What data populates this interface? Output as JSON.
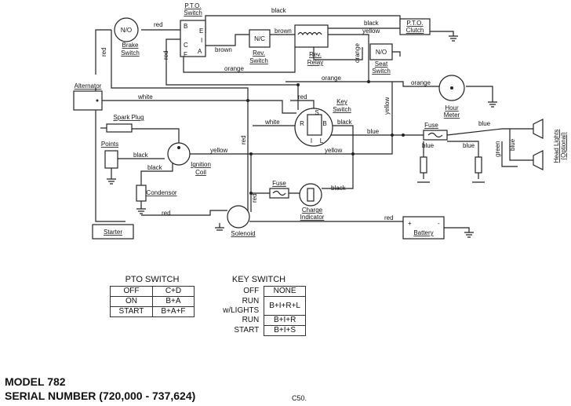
{
  "components": {
    "pto_switch": {
      "line1": "P.T.O.",
      "line2": "Switch",
      "terminals": [
        "B",
        "E",
        "C",
        "A",
        "F",
        "I"
      ]
    },
    "brake_switch": {
      "contact": "N/O",
      "name": "Brake Switch",
      "line1": "Brake",
      "line2": "Switch"
    },
    "rev_switch": {
      "contact": "N/C",
      "line1": "Rev.",
      "line2": "Switch"
    },
    "rev_relay": {
      "line1": "Rev.",
      "line2": "Relay"
    },
    "pto_clutch": {
      "line1": "P.T.O.",
      "line2": "Clutch"
    },
    "seat_switch": {
      "contact": "N/O",
      "line1": "Seat",
      "line2": "Switch"
    },
    "hour_meter": {
      "line1": "Hour",
      "line2": "Meter"
    },
    "alternator": {
      "label": "Alternator"
    },
    "key_switch": {
      "line1": "Key",
      "line2": "Switch",
      "terminals": [
        "S",
        "R",
        "B",
        "I",
        "L"
      ]
    },
    "spark_plug": {
      "label": "Spark Plug"
    },
    "points": {
      "label": "Points"
    },
    "ignition_coil": {
      "line1": "Ignition",
      "line2": "Coil"
    },
    "condensor": {
      "label": "Condensor"
    },
    "fuse_charge": {
      "label": "Fuse"
    },
    "fuse_lights": {
      "label": "Fuse"
    },
    "charge_indicator": {
      "line1": "Charge",
      "line2": "Indicator"
    },
    "head_lights": {
      "line1": "Head Lights",
      "line2": "(Optional)"
    },
    "starter": {
      "label": "Starter"
    },
    "solenoid": {
      "label": "Solenoid"
    },
    "battery": {
      "label": "Battery",
      "plus": "+",
      "minus": "-"
    }
  },
  "wire_labels": {
    "red": "red",
    "black": "black",
    "brown": "brown",
    "orange": "orange",
    "yellow": "yellow",
    "white": "white",
    "blue": "blue",
    "green": "green"
  },
  "pto_table": {
    "title": "PTO SWITCH",
    "rows": [
      [
        "OFF",
        "C+D"
      ],
      [
        "ON",
        "B+A"
      ],
      [
        "START",
        "B+A+F"
      ]
    ]
  },
  "key_table": {
    "title": "KEY SWITCH",
    "rows": [
      [
        "OFF",
        "NONE"
      ],
      [
        "RUN w/LIGHTS",
        "B+I+R+L"
      ],
      [
        "RUN",
        "B+I+R"
      ],
      [
        "START",
        "B+I+S"
      ]
    ]
  },
  "footer": {
    "model": "MODEL 782",
    "serial": "SERIAL NUMBER (720,000 - 737,624)",
    "code": "C50."
  }
}
